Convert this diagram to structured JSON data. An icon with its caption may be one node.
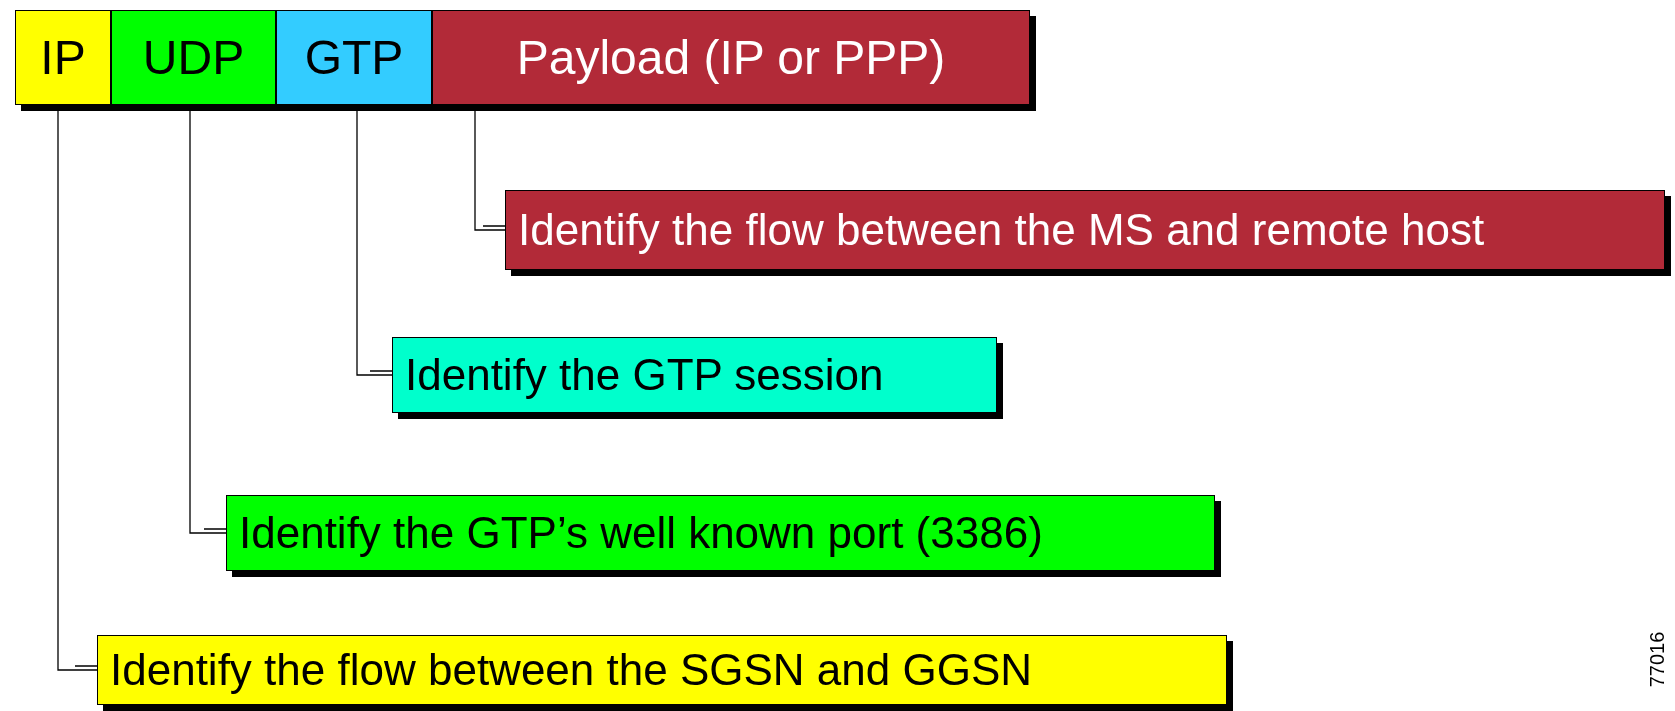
{
  "diagram": {
    "nodes": [
      {
        "text": [
          "IP"
        ]
      },
      {
        "text": [
          "UDP"
        ]
      },
      {
        "text": [
          "GTP"
        ]
      },
      {
        "text": [
          "Payload (IP or PPP)"
        ]
      },
      {
        "text": [
          "Identify the flow between the MS and remote host"
        ]
      },
      {
        "text": [
          "Identify the GTP session"
        ]
      },
      {
        "text": [
          "Identify the GTP’s well known port (3386)"
        ]
      },
      {
        "text": [
          "Identify the flow between the SGSN and GGSN"
        ]
      }
    ],
    "edges": [
      {
        "from": 3,
        "to": 4,
        "arrow": "none"
      },
      {
        "from": 2,
        "to": 5,
        "arrow": "none"
      },
      {
        "from": 1,
        "to": 6,
        "arrow": "none"
      },
      {
        "from": 0,
        "to": 7,
        "arrow": "none"
      }
    ],
    "labels": [
      "77016"
    ]
  }
}
